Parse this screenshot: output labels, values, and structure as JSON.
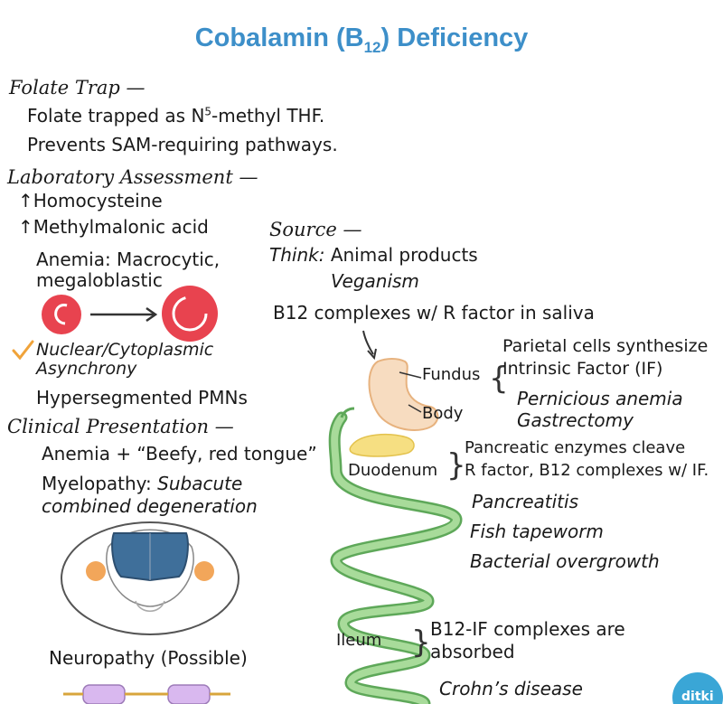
{
  "title": {
    "main": "Cobalamin (B",
    "sub": "12",
    "end": ") Deficiency"
  },
  "folate_trap": {
    "heading": "Folate Trap —",
    "line1_pre": "Folate trapped as N",
    "line1_sup": "5",
    "line1_post": "-methyl THF.",
    "line2": "Prevents SAM-requiring pathways."
  },
  "lab": {
    "heading": "Laboratory Assessment —",
    "homocysteine": "Homocysteine",
    "mma": "Methylmalonic acid",
    "anemia1": "Anemia: Macrocytic,",
    "anemia2": "megaloblastic",
    "async1": "Nuclear/Cytoplasmic",
    "async2": "Asynchrony",
    "pmn": "Hypersegmented PMNs"
  },
  "clinical": {
    "heading": "Clinical Presentation —",
    "tongue": "Anemia + “Beefy, red tongue”",
    "myelo_pre": "Myelopathy: ",
    "myelo_em1": "Subacute",
    "myelo_em2": "combined degeneration",
    "neuro": "Neuropathy (Possible)"
  },
  "source": {
    "heading": "Source —",
    "think_label": "Think:",
    "think1": "Animal products",
    "think2": "Veganism",
    "rfactor": "B12 complexes w/ R factor in saliva"
  },
  "gi": {
    "fundus": "Fundus",
    "body": "Body",
    "duodenum": "Duodenum",
    "ileum": "Ileum",
    "parietal1": "Parietal cells synthesize",
    "parietal2": "Intrinsic Factor (IF)",
    "pernicious": "Pernicious anemia",
    "gastrectomy": "Gastrectomy",
    "panc1": "Pancreatic enzymes cleave",
    "panc2": "R factor, B12 complexes w/ IF.",
    "pancreatitis": "Pancreatitis",
    "tapeworm": "Fish tapeworm",
    "bacterial": "Bacterial overgrowth",
    "absorb1": "B12-IF complexes are",
    "absorb2": "absorbed",
    "crohns": "Crohn’s disease"
  },
  "logo": {
    "text": "ditki"
  },
  "colors": {
    "title": "#3d8fc9",
    "rbc": "#e8434f",
    "intestine": "#a8db9a",
    "stomach": "#f7dcc0",
    "pancreas": "#f6df82",
    "dorsal_column": "#3f6f9a",
    "gray_horn": "#f2a65a",
    "check": "#f0a33a",
    "nerve": "#d9b8ef"
  }
}
